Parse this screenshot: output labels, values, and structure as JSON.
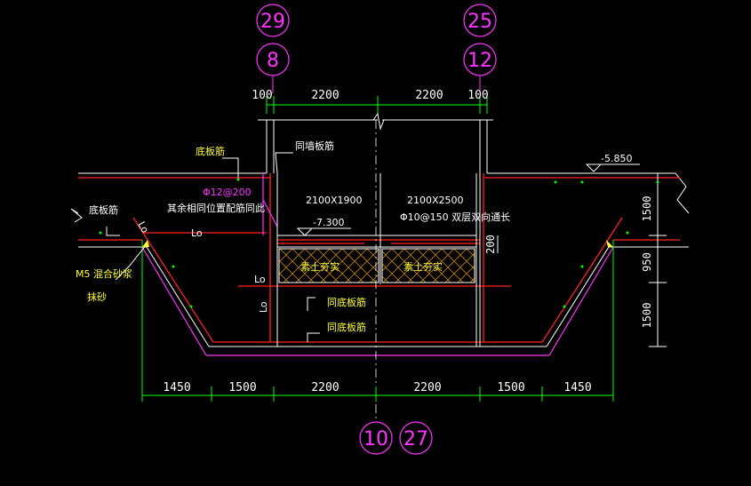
{
  "axis_labels": {
    "top_left_upper": "29",
    "top_left_lower": "8",
    "top_right_upper": "25",
    "top_right_lower": "12",
    "bottom_left": "10",
    "bottom_right": "27"
  },
  "dimensions_top": [
    "100",
    "2200",
    "2200",
    "100"
  ],
  "dimensions_bottom": [
    "1450",
    "1500",
    "2200",
    "2200",
    "1500",
    "1450"
  ],
  "dimensions_right": [
    "1500",
    "950",
    "1500"
  ],
  "dimension_pit_200": "200",
  "elevations": {
    "top": "-5.850",
    "pit": "-7.300"
  },
  "openings": {
    "left": "2100X1900",
    "right": "2100X2500"
  },
  "annotations": {
    "same_wall_rebar": "同墙板筋",
    "bottom_rebar_top": "底板筋",
    "phi12_at_200": "Φ12@200",
    "other_same_position": "其余相同位置配筋同此",
    "bottom_rebar_left": "底板筋",
    "lo_left": "Lo",
    "lo_diag": "Lo",
    "m5_mortar": "M5 混合砂浆",
    "plaster": "抹砂",
    "phi10_at_150": "Φ10@150 双层双向通长",
    "concrete_left": "素土夯实",
    "concrete_right": "素土夯实",
    "lo_mid": "Lo",
    "lo_vert": "Lo",
    "same_bottom_1": "同底板筋",
    "same_bottom_2": "同底板筋"
  }
}
